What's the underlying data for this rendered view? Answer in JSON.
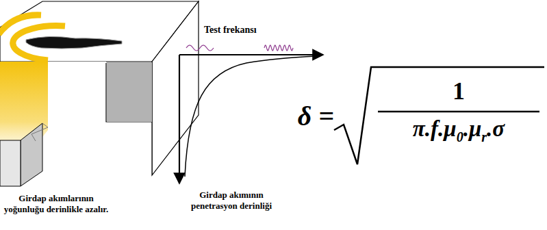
{
  "diagram": {
    "labels": [
      "Test frekansı",
      "Girdap akımının penetrasyon derinliği",
      "Girdap akımlarının yoğunluğu derinlikle azalır.",
      "δ =",
      "1",
      "π.f.μ",
      "0",
      ".μ",
      "r",
      ".σ"
    ]
  }
}
